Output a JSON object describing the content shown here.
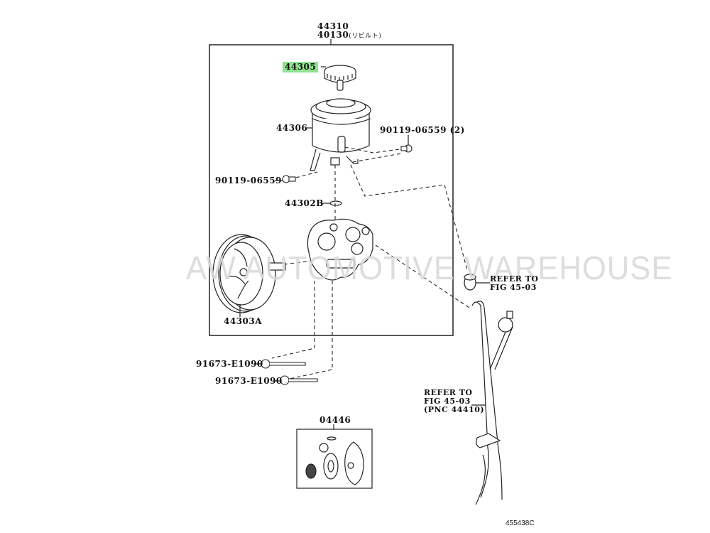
{
  "diagram": {
    "title_part": "44310",
    "title_part_alt": "40130",
    "title_part_alt_note": "(リビルト)",
    "figure_code": "455438C",
    "highlight_color": "#8fe28f",
    "watermark": "AW AUTOMOTIVE WAREHOUSE",
    "parts": [
      {
        "id": "cap",
        "label": "44305",
        "highlighted": true
      },
      {
        "id": "reservoir",
        "label": "44306",
        "highlighted": false
      },
      {
        "id": "bolt-right",
        "label": "90119-06559 (2)",
        "highlighted": false
      },
      {
        "id": "bolt-left",
        "label": "90119-06559",
        "highlighted": false
      },
      {
        "id": "oring",
        "label": "44302B",
        "highlighted": false
      },
      {
        "id": "pulley",
        "label": "44303A",
        "highlighted": false
      },
      {
        "id": "bolt-long-1",
        "label": "91673-E1090",
        "highlighted": false
      },
      {
        "id": "bolt-long-2",
        "label": "91673-E1090",
        "highlighted": false
      },
      {
        "id": "gasket-kit",
        "label": "04446",
        "highlighted": false
      }
    ],
    "refs": [
      {
        "id": "ref-fitting",
        "line1": "REFER TO",
        "line2": "FIG 45-03"
      },
      {
        "id": "ref-hose",
        "line1": "REFER TO",
        "line2": "FIG 45-03",
        "line3": "(PNC 44410)"
      }
    ]
  }
}
